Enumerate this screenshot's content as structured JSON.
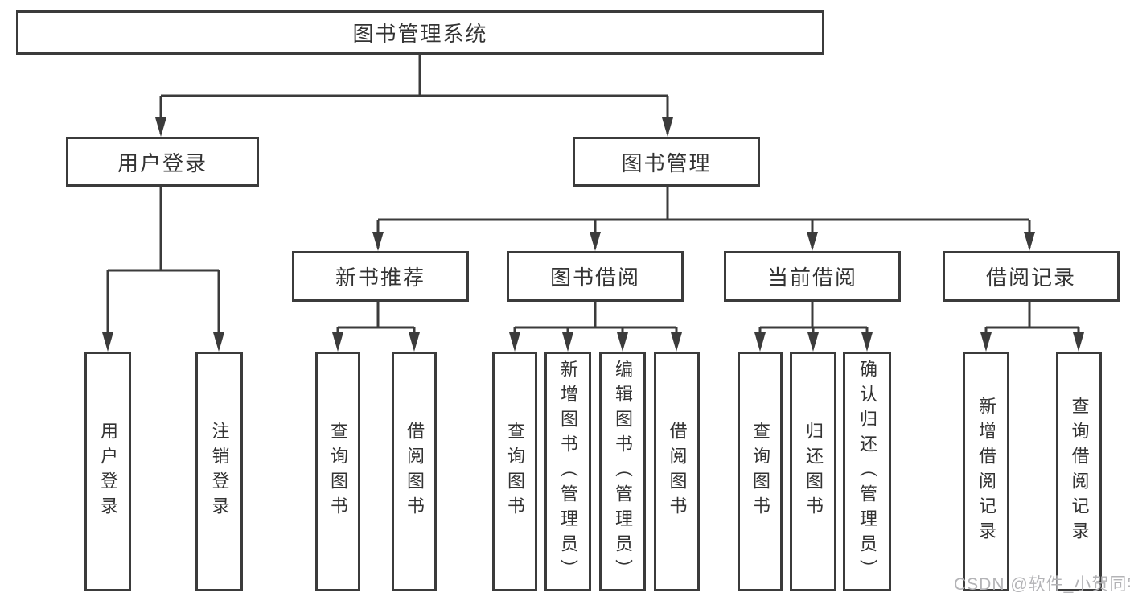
{
  "colors": {
    "line": "#3b3b3b",
    "text": "#333333",
    "box_bg": "#ffffff",
    "background": "#ffffff",
    "watermark": "#b3b3b6"
  },
  "watermark": {
    "text": "CSDN @软件_小贺同学"
  },
  "tree": {
    "label": "图书管理系统",
    "children": [
      {
        "label": "用户登录",
        "children": [
          {
            "label": "用户登录"
          },
          {
            "label": "注销登录"
          }
        ]
      },
      {
        "label": "图书管理",
        "children": [
          {
            "label": "新书推荐",
            "children": [
              {
                "label": "查询图书"
              },
              {
                "label": "借阅图书"
              }
            ]
          },
          {
            "label": "图书借阅",
            "children": [
              {
                "label": "查询图书"
              },
              {
                "label": "新增图书（管理员）"
              },
              {
                "label": "编辑图书（管理员）"
              },
              {
                "label": "借阅图书"
              }
            ]
          },
          {
            "label": "当前借阅",
            "children": [
              {
                "label": "查询图书"
              },
              {
                "label": "归还图书"
              },
              {
                "label": "确认归还（管理员）"
              }
            ]
          },
          {
            "label": "借阅记录",
            "children": [
              {
                "label": "新增借阅记录"
              },
              {
                "label": "查询借阅记录"
              }
            ]
          }
        ]
      }
    ]
  }
}
